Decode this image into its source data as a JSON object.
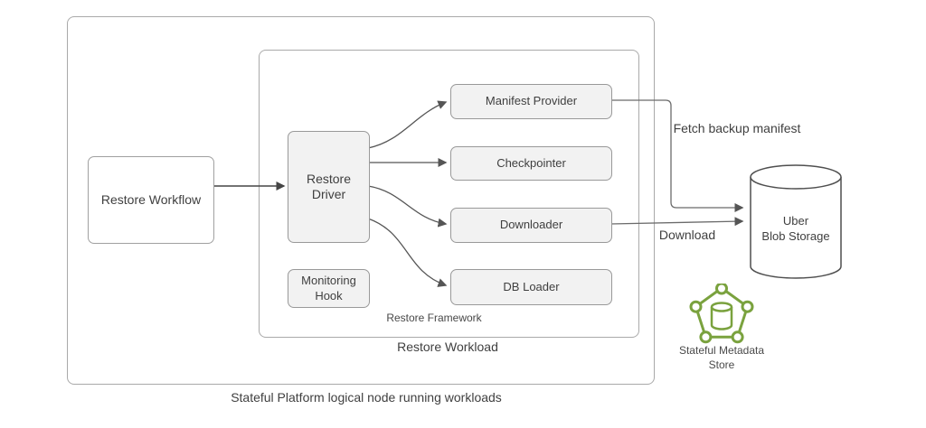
{
  "diagram": {
    "containers": {
      "platform": {
        "label": "Stateful Platform logical node running workloads"
      },
      "workload": {
        "label": "Restore Workload"
      },
      "framework": {
        "label": "Restore Framework"
      }
    },
    "nodes": {
      "restore_workflow": {
        "label": "Restore Workflow"
      },
      "restore_driver": {
        "label": "Restore Driver"
      },
      "monitoring_hook": {
        "label": "Monitoring Hook"
      },
      "manifest_provider": {
        "label": "Manifest Provider"
      },
      "checkpointer": {
        "label": "Checkpointer"
      },
      "downloader": {
        "label": "Downloader"
      },
      "db_loader": {
        "label": "DB Loader"
      },
      "uber_blob_storage": {
        "label": "Uber Blob Storage",
        "lines": [
          "Uber",
          "Blob Storage"
        ]
      },
      "stateful_metadata_store": {
        "label": "Stateful Metadata Store",
        "lines": [
          "Stateful Metadata",
          "Store"
        ]
      }
    },
    "edges": {
      "fetch_backup_manifest": {
        "label": "Fetch backup manifest"
      },
      "download": {
        "label": "Download"
      }
    },
    "icons": {
      "metadata_store_icon": "pentagon-database-icon",
      "blob_storage_shape": "database-cylinder"
    },
    "colors": {
      "node_fill": "#f2f2f2",
      "node_border": "#999999",
      "container_border": "#a9a9a9",
      "connector_gray": "#6b6b6b",
      "arrow_dark": "#454545",
      "text": "#3f3f3f",
      "metadata_green": "#7aa23e",
      "background": "#ffffff"
    }
  }
}
